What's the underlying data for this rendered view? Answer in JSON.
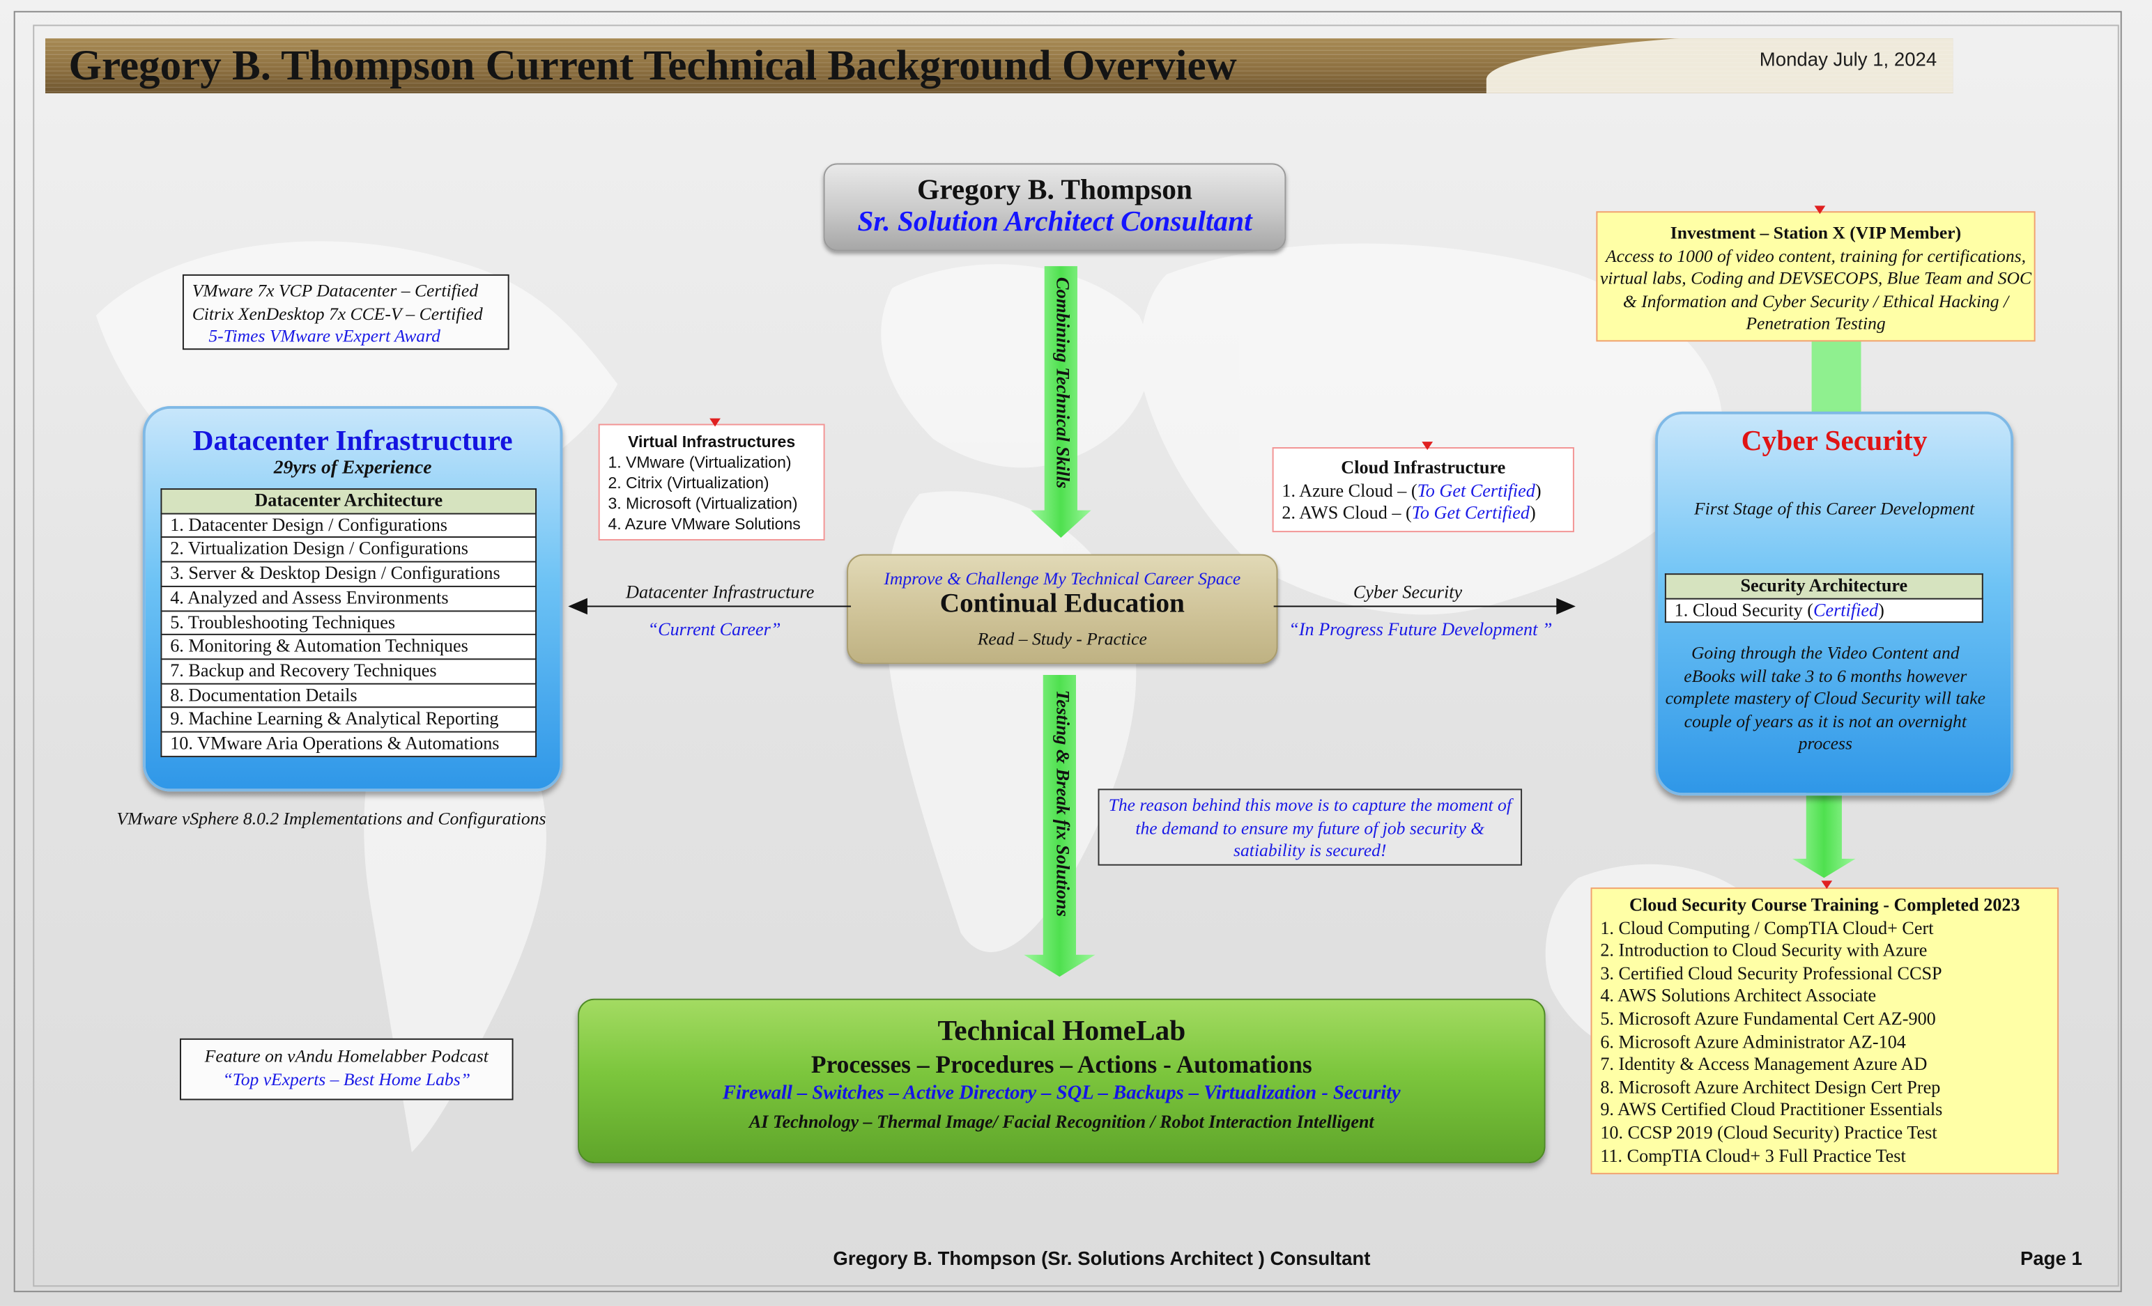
{
  "header": {
    "title": "Gregory B. Thompson Current Technical Background Overview",
    "date": "Monday July 1, 2024"
  },
  "name_box": {
    "name": "Gregory B. Thompson",
    "role": "Sr. Solution Architect Consultant"
  },
  "certifications": [
    "VMware 7x VCP Datacenter – Certified",
    "Citrix XenDesktop 7x CCE-V – Certified",
    "5-Times VMware vExpert Award"
  ],
  "datacenter": {
    "title": "Datacenter Infrastructure",
    "subtitle": "29yrs of Experience",
    "table_header": "Datacenter Architecture",
    "items": [
      "1. Datacenter Design / Configurations",
      "2. Virtualization Design / Configurations",
      "3. Server & Desktop Design / Configurations",
      "4. Analyzed and Assess Environments",
      "5. Troubleshooting Techniques",
      "6. Monitoring  & Automation Techniques",
      "7. Backup and Recovery Techniques",
      "8. Documentation Details",
      "9. Machine Learning & Analytical Reporting",
      "10. VMware Aria Operations & Automations"
    ],
    "note": "VMware vSphere 8.0.2 Implementations and Configurations"
  },
  "virtual_infra": {
    "title": "Virtual Infrastructures",
    "items": [
      "1. VMware (Virtualization)",
      "2. Citrix (Virtualization)",
      "3. Microsoft (Virtualization)",
      "4. Azure VMware Solutions"
    ]
  },
  "cloud_infra": {
    "title": "Cloud Infrastructure",
    "items": [
      {
        "prefix": "1. Azure Cloud – (",
        "emph": "To Get Certified",
        "suffix": ")"
      },
      {
        "prefix": "2. AWS Cloud – (",
        "emph": "To Get Certified",
        "suffix": ")"
      }
    ]
  },
  "arrows": {
    "top_label": "Combining Technical Skills",
    "bottom_label": "Testing & Break fix Solutions",
    "left_label": "Datacenter Infrastructure",
    "left_sub": "“Current Career”",
    "right_label": "Cyber Security",
    "right_sub": "“In Progress Future Development ”"
  },
  "continual_education": {
    "top": "Improve & Challenge My Technical Career Space",
    "title": "Continual Education",
    "bottom": "Read – Study - Practice"
  },
  "reason": "The reason behind this move is to capture the moment of the demand to ensure my future of job security & satiability is secured!",
  "homelab": {
    "title": "Technical HomeLab",
    "line2": "Processes – Procedures – Actions - Automations",
    "line3": "Firewall – Switches – Active Directory – SQL – Backups – Virtualization - Security",
    "line4": "AI Technology – Thermal Image/ Facial Recognition / Robot Interaction Intelligent"
  },
  "podcast": {
    "line1": "Feature on vAndu Homelabber Podcast",
    "line2": "“Top vExperts – Best Home Labs”"
  },
  "investment": {
    "title": "Investment – Station X (VIP Member)",
    "body": "Access to 1000 of video content, training for certifications, virtual labs, Coding and DEVSECOPS, Blue Team and SOC & Information and Cyber Security / Ethical Hacking / Penetration Testing"
  },
  "cyber": {
    "title": "Cyber Security",
    "first_stage": "First Stage of this Career Development",
    "table_header": "Security Architecture",
    "item_prefix": "1. Cloud Security (",
    "item_emph": "Certified",
    "item_suffix": ")",
    "body": "Going through the Video Content and eBooks will take 3 to 6 months however complete mastery of Cloud Security will take couple of years as it is not an overnight process"
  },
  "course": {
    "title": "Cloud Security Course Training - Completed 2023",
    "items": [
      "1. Cloud Computing / CompTIA Cloud+ Cert",
      "2. Introduction to Cloud Security with Azure",
      "3. Certified Cloud Security Professional CCSP",
      "4. AWS Solutions Architect Associate",
      "5. Microsoft Azure Fundamental Cert AZ-900",
      "6. Microsoft Azure Administrator AZ-104",
      "7. Identity & Access Management Azure AD",
      "8. Microsoft Azure Architect Design Cert Prep",
      "9. AWS Certified Cloud Practitioner Essentials",
      "10. CCSP 2019 (Cloud Security) Practice Test",
      "11. CompTIA Cloud+ 3 Full Practice Test"
    ]
  },
  "footer": {
    "text": "Gregory B. Thompson (Sr. Solutions Architect ) Consultant",
    "page": "Page 1"
  },
  "colors": {
    "accent_blue": "#1a1ae6",
    "cyber_red": "#e01414",
    "arrow_green": "#5fe35f",
    "title_gold": "#8d7040"
  }
}
